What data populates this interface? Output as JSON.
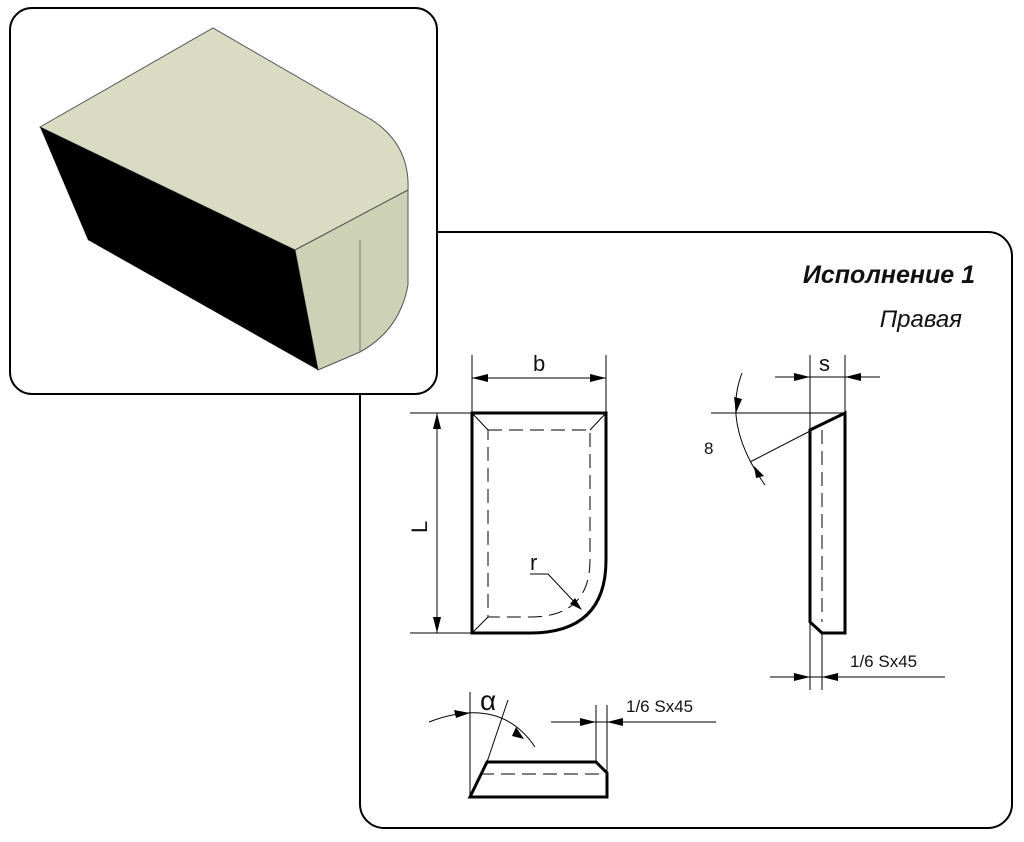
{
  "title": "Исполнение 1",
  "subtitle": "Правая",
  "dimensions": {
    "b": "b",
    "L": "L",
    "r": "r",
    "s": "s",
    "angle_8": "8",
    "alpha": "α",
    "chamfer_side": "1/6 Sx45",
    "chamfer_bottom": "1/6 Sx45"
  },
  "colors": {
    "top_face": "#d9dcc3",
    "side_face": "#cdd1b5",
    "front_face": "#000000"
  }
}
